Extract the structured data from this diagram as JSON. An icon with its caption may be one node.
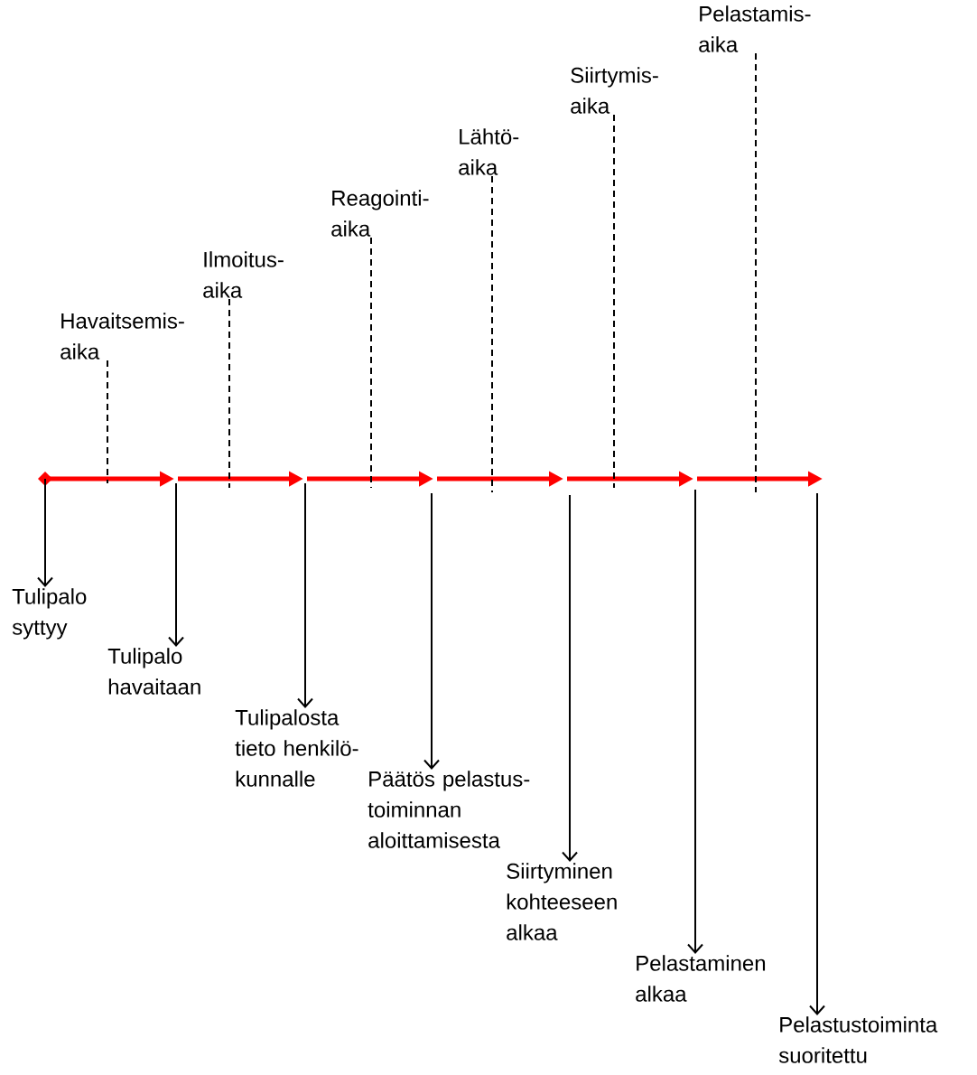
{
  "diagram": {
    "nodes": [
      {
        "text": [
          "Tulipalo syttyy"
        ]
      },
      {
        "text": [
          "Tulipalo havaitaan"
        ]
      },
      {
        "text": [
          "Tulipalosta tieto henkilö- kunnalle"
        ]
      },
      {
        "text": [
          "Päätös pelastus- toiminnan aloittamisesta"
        ]
      },
      {
        "text": [
          "Siirtyminen kohteeseen alkaa"
        ]
      },
      {
        "text": [
          "Pelastaminen alkaa"
        ]
      },
      {
        "text": [
          "Pelastustoiminta suoritettu"
        ]
      },
      {
        "text": [
          "Havaitsemis- aika"
        ]
      },
      {
        "text": [
          "Ilmoitus- aika"
        ]
      },
      {
        "text": [
          "Reagointi- aika"
        ]
      },
      {
        "text": [
          "Lähtö- aika"
        ]
      },
      {
        "text": [
          "Siirtymis- aika"
        ]
      },
      {
        "text": [
          "Pelastamis- aika"
        ]
      }
    ],
    "edges": [
      {
        "from": null,
        "to": 0,
        "arrow": "to"
      },
      {
        "from": null,
        "to": 1,
        "arrow": "to"
      },
      {
        "from": null,
        "to": 2,
        "arrow": "to"
      },
      {
        "from": null,
        "to": 3,
        "arrow": "to"
      },
      {
        "from": null,
        "to": 4,
        "arrow": "to"
      },
      {
        "from": null,
        "to": 5,
        "arrow": "to"
      },
      {
        "from": null,
        "to": 6,
        "arrow": "to"
      },
      {
        "from": 7,
        "to": null,
        "arrow": "none",
        "style": "dashed"
      },
      {
        "from": 8,
        "to": null,
        "arrow": "none",
        "style": "dashed"
      },
      {
        "from": 9,
        "to": null,
        "arrow": "none",
        "style": "dashed"
      },
      {
        "from": 10,
        "to": null,
        "arrow": "none",
        "style": "dashed"
      },
      {
        "from": 11,
        "to": null,
        "arrow": "none",
        "style": "dashed"
      },
      {
        "from": 12,
        "to": null,
        "arrow": "none",
        "style": "dashed"
      }
    ]
  }
}
